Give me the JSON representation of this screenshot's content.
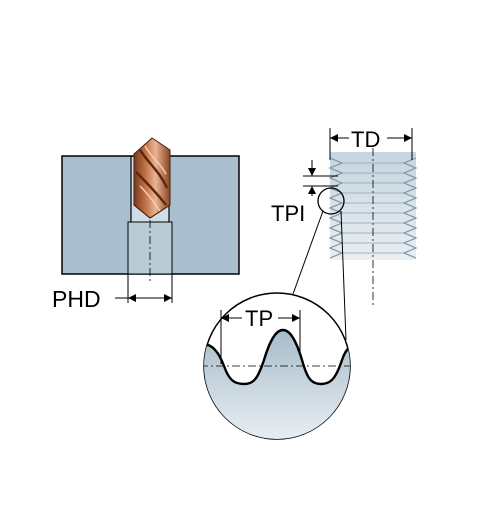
{
  "labels": {
    "phd": "PHD",
    "td": "TD",
    "tpi": "TPI",
    "tp": "TP"
  },
  "colors": {
    "block_fill": "#a9bfcd",
    "thread_fill": "#c9d7e0",
    "drill_copper": "#b5643e",
    "drill_dark": "#6b2f16",
    "drill_light": "#e7b28f",
    "line": "#000000"
  }
}
